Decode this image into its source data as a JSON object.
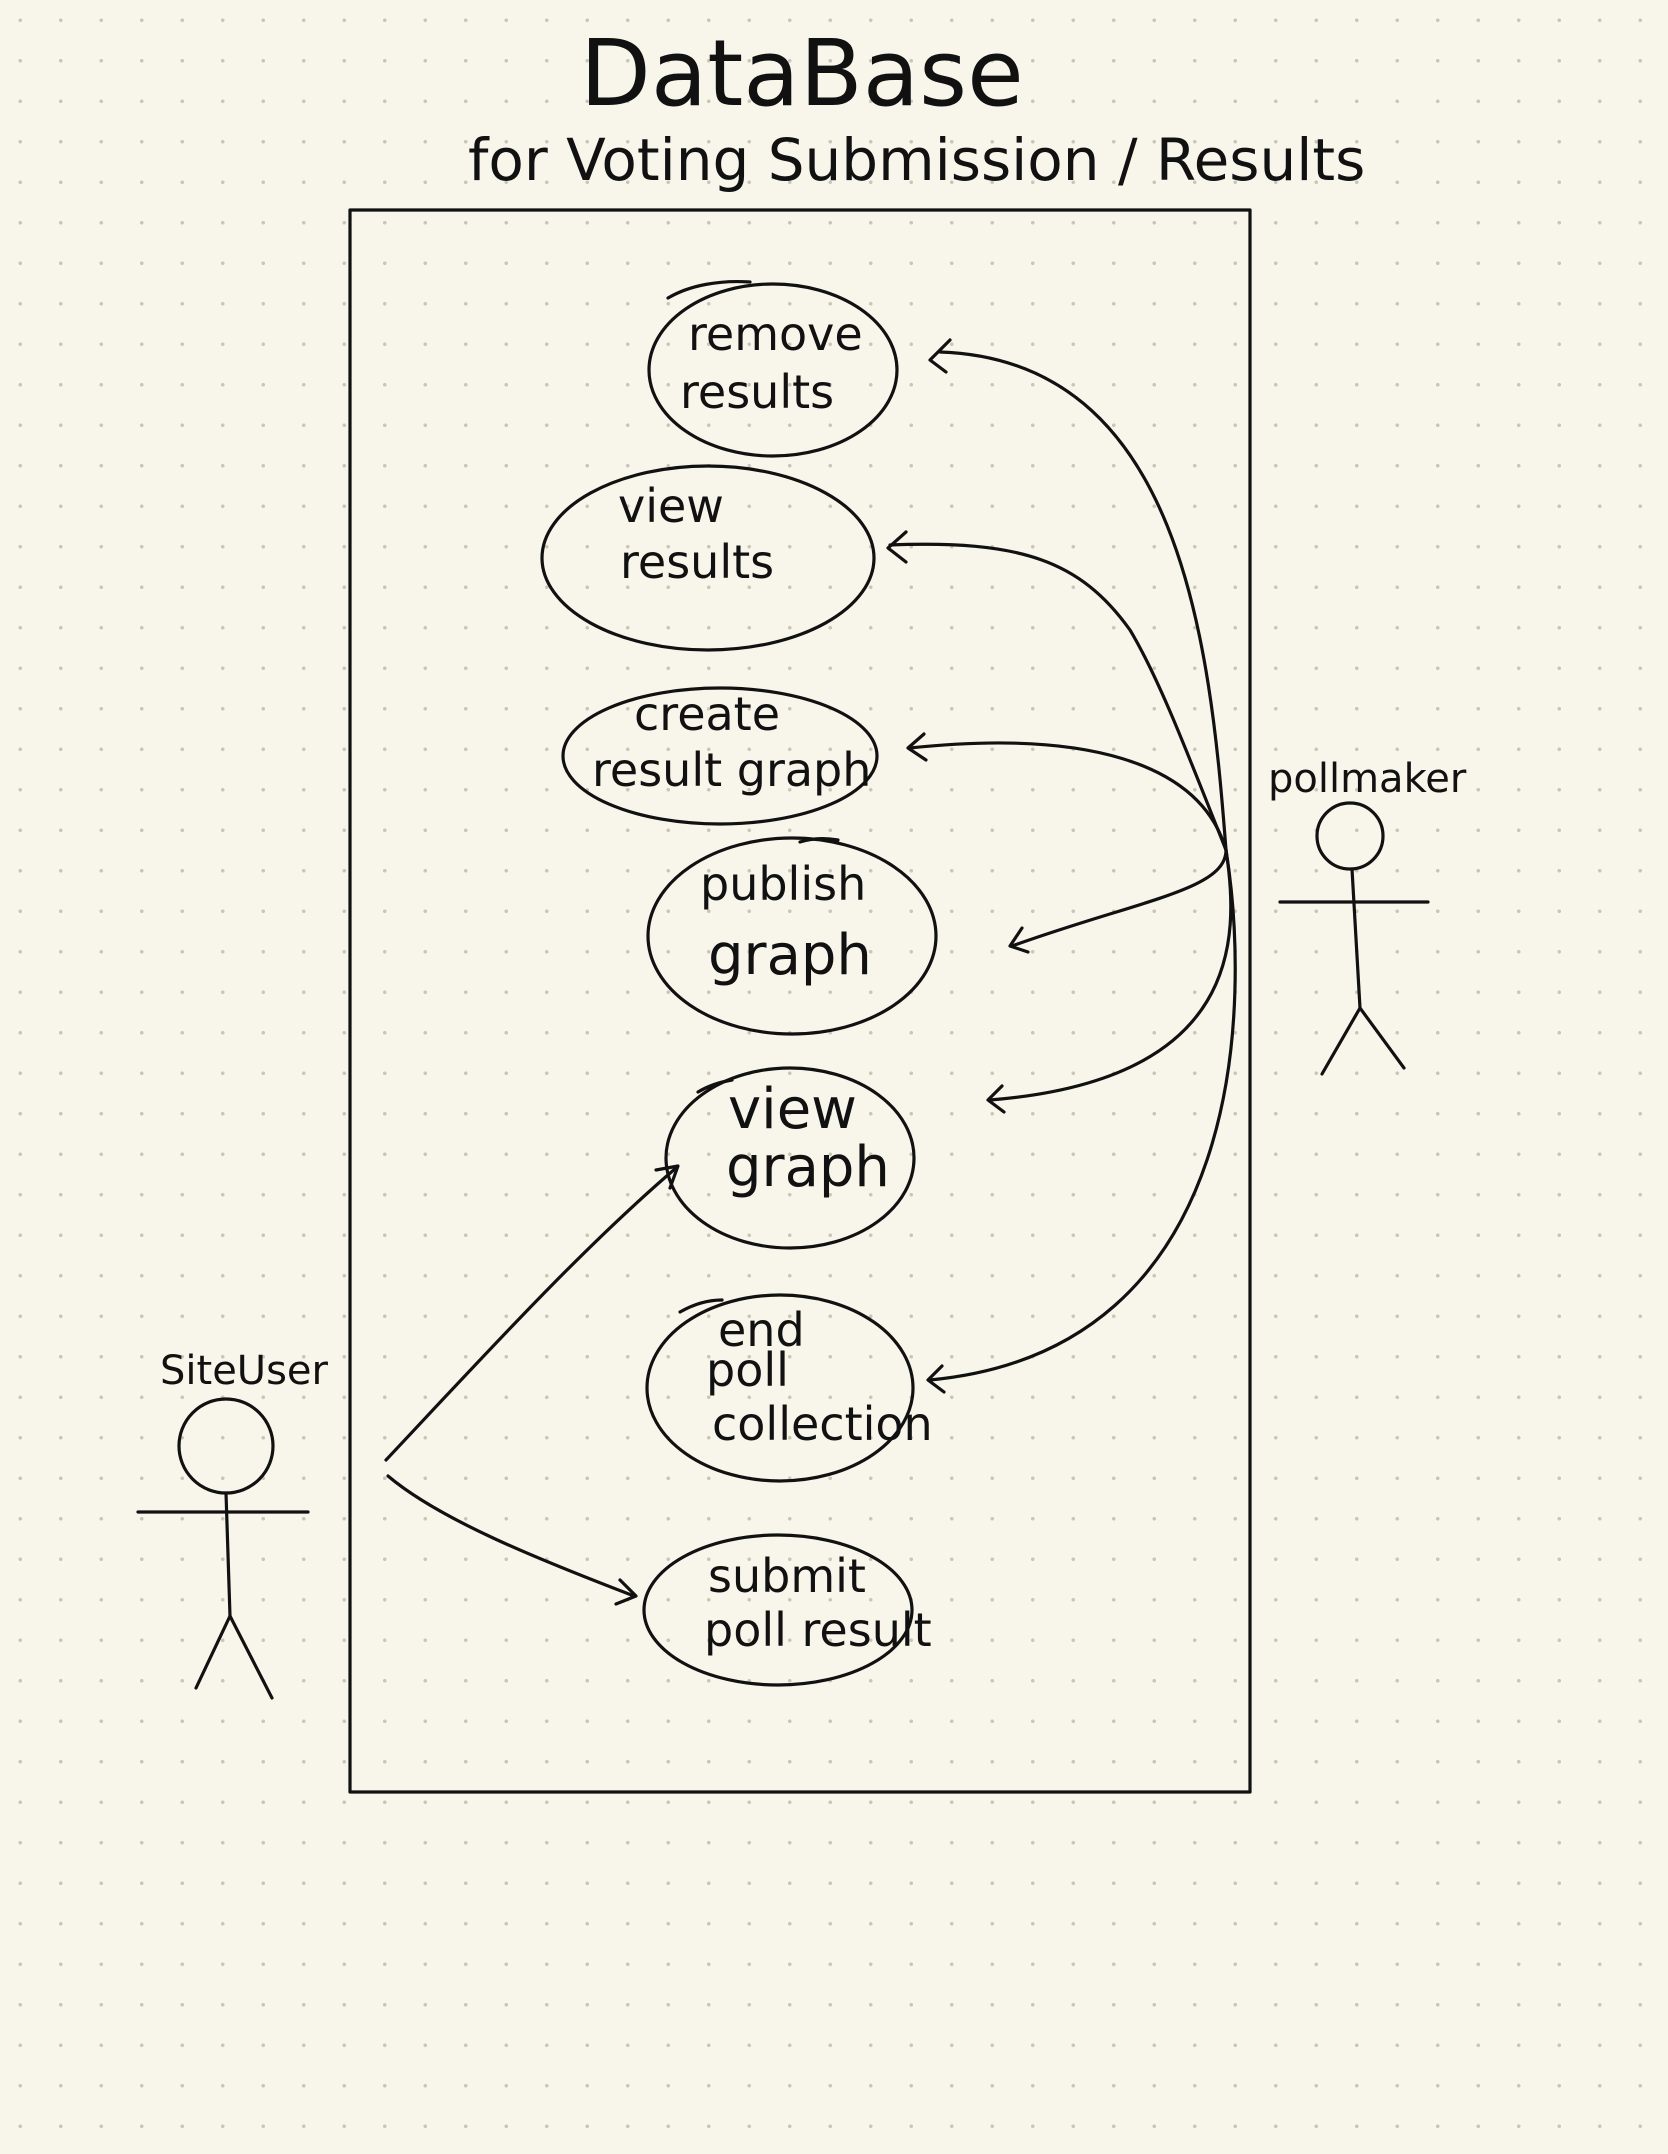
{
  "title": "DataBase",
  "subtitle": "for Voting Submission / Results",
  "use_cases": [
    {
      "id": "remove-results",
      "lines": [
        "remove",
        "results"
      ]
    },
    {
      "id": "view-results",
      "lines": [
        "view",
        "results"
      ]
    },
    {
      "id": "create-result-graph",
      "lines": [
        "create",
        "result graph"
      ]
    },
    {
      "id": "publish-graph",
      "lines": [
        "publish",
        "graph"
      ]
    },
    {
      "id": "view-graph",
      "lines": [
        "view",
        "graph"
      ]
    },
    {
      "id": "end-poll-collection",
      "lines": [
        "end",
        "poll",
        "collection"
      ]
    },
    {
      "id": "submit-poll-result",
      "lines": [
        "submit",
        "poll result"
      ]
    }
  ],
  "actors": {
    "pollmaker": {
      "label": "pollmaker"
    },
    "siteuser": {
      "label": "SiteUser"
    }
  },
  "colors": {
    "background": "#f8f6eb",
    "ink": "#111111",
    "grid_dots": "#c9c6b8"
  }
}
